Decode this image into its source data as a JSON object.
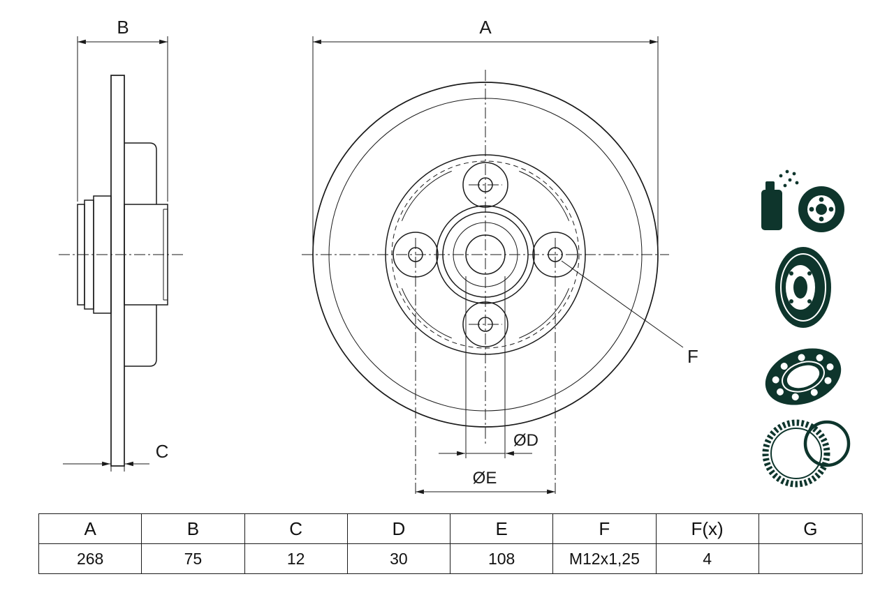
{
  "colors": {
    "line": "#1a1a1a",
    "icon": "#0e352c",
    "background": "#ffffff"
  },
  "drawing": {
    "type": "brake-disc-technical-drawing",
    "labels": {
      "a": "A",
      "b": "B",
      "c": "C",
      "d": "ØD",
      "e": "ØE",
      "f": "F"
    }
  },
  "icons": [
    {
      "name": "spray-can-and-hub-icon"
    },
    {
      "name": "brake-disc-icon"
    },
    {
      "name": "ball-bearing-icon"
    },
    {
      "name": "abs-sensor-ring-icon"
    }
  ],
  "table": {
    "headers": [
      "A",
      "B",
      "C",
      "D",
      "E",
      "F",
      "F(x)",
      "G"
    ],
    "values": [
      "268",
      "75",
      "12",
      "30",
      "108",
      "M12x1,25",
      "4",
      ""
    ]
  }
}
